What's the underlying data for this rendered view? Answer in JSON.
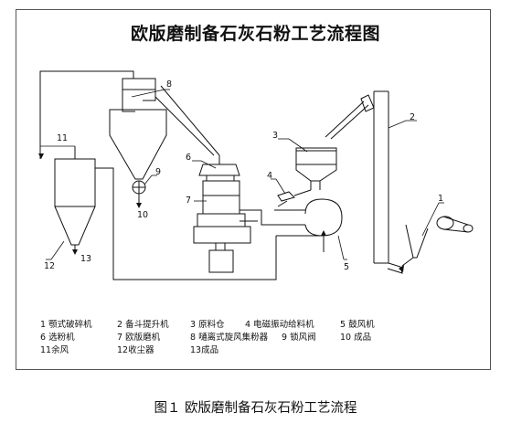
{
  "title": "欧版磨制备石灰石粉工艺流程图",
  "caption": "图１ 欧版磨制备石灰石粉工艺流程",
  "callouts": {
    "c1": "1",
    "c2": "2",
    "c3": "3",
    "c4": "4",
    "c5": "5",
    "c6": "6",
    "c7": "7",
    "c8": "8",
    "c9": "9",
    "c10": "10",
    "c11": "11",
    "c12": "12",
    "c13": "13"
  },
  "legend": [
    [
      "1  颚式破碎机",
      "2  备斗提升机",
      "3  原料仓",
      "4  电磁振动给料机",
      "5  鼓风机"
    ],
    [
      "6  选粉机",
      "7  欧版磨机",
      "8  嗵离式旋风集粉器",
      "9  锁风阀",
      "10  成品"
    ],
    [
      "11余风",
      "12收尘器",
      "13成品"
    ]
  ]
}
